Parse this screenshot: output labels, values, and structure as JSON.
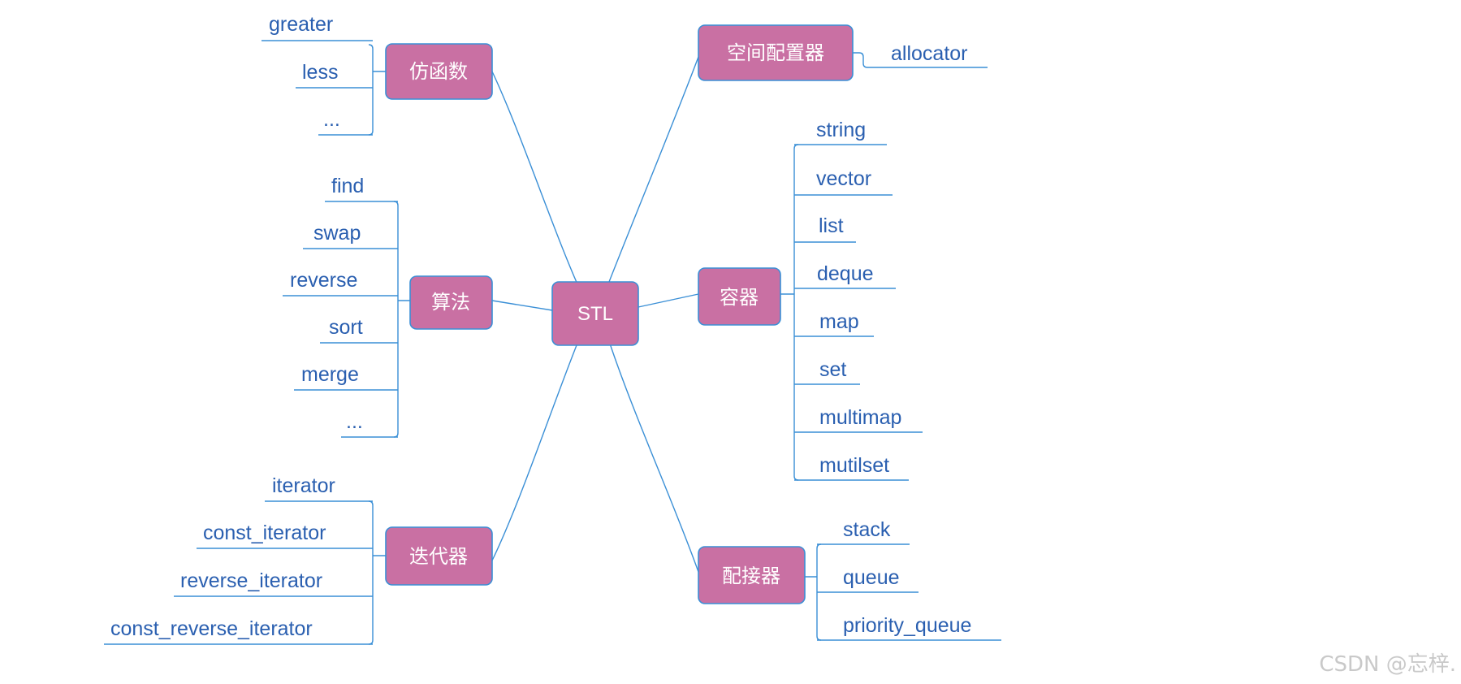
{
  "root": "STL",
  "branches": [
    {
      "label": "仿函数",
      "items": [
        "greater",
        "less",
        "..."
      ]
    },
    {
      "label": "算法",
      "items": [
        "find",
        "swap",
        "reverse",
        "sort",
        "merge",
        "..."
      ]
    },
    {
      "label": "迭代器",
      "items": [
        "iterator",
        "const_iterator",
        "reverse_iterator",
        "const_reverse_iterator"
      ]
    },
    {
      "label": "空间配置器",
      "items": [
        "allocator"
      ]
    },
    {
      "label": "容器",
      "items": [
        "string",
        "vector",
        "list",
        "deque",
        "map",
        "set",
        "multimap",
        "mutilset"
      ]
    },
    {
      "label": "配接器",
      "items": [
        "stack",
        "queue",
        "priority_queue"
      ]
    }
  ],
  "watermark": "CSDN @忘梓."
}
